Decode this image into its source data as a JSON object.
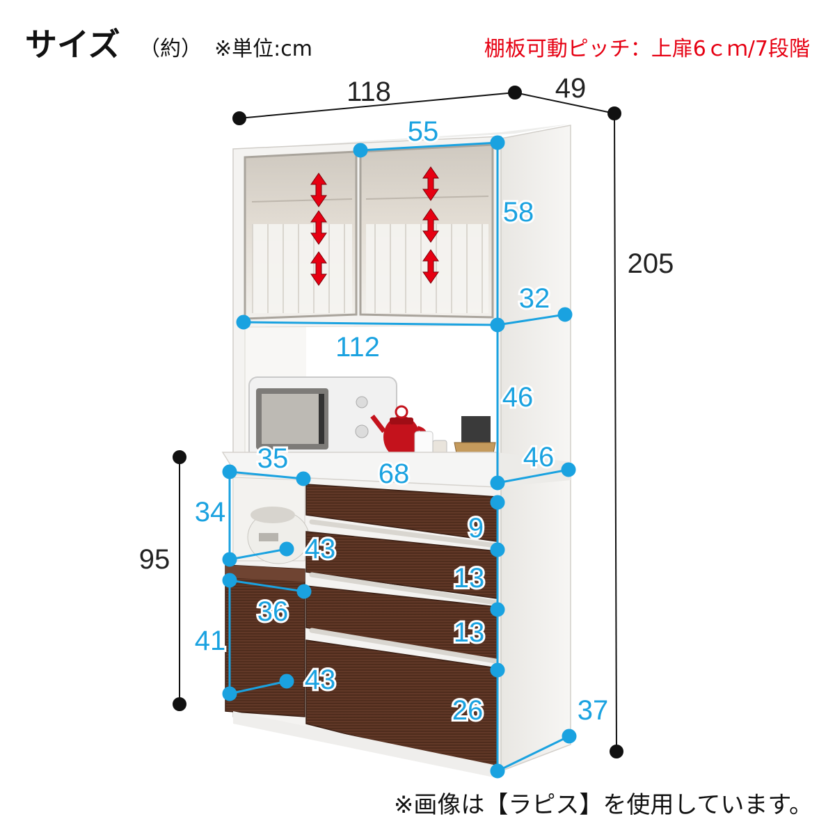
{
  "header": {
    "title": "サイズ",
    "approx": "（約）",
    "unit": "※単位:cm",
    "shelf_pitch": "棚板可動ピッチ：上扉6ｃｍ/7段階"
  },
  "dimensions_overall": {
    "width": "118",
    "depth": "49",
    "height": "205",
    "lower_height": "95"
  },
  "dimensions_detail": {
    "upper_door_width": "55",
    "upper_door_height": "58",
    "upper_inner_depth": "32",
    "open_width": "112",
    "open_height": "46",
    "counter_depth": "46",
    "left_niche_width": "35",
    "drawer_width": "68",
    "left_niche_height": "34",
    "left_niche_depth": "43",
    "left_door_width": "36",
    "left_door_height": "41",
    "left_door_depth": "43",
    "drawer1_height": "9",
    "drawer2_height": "13",
    "drawer3_height": "13",
    "drawer4_height": "26",
    "lower_depth": "37"
  },
  "colors": {
    "dimension_blue": "#1aa2e0",
    "pitch_red": "#e60012",
    "wood_brown": "#5b3326",
    "cabinet_white": "#f4f3f1"
  },
  "footer": {
    "note": "※画像は【ラピス】を使用しています。"
  }
}
